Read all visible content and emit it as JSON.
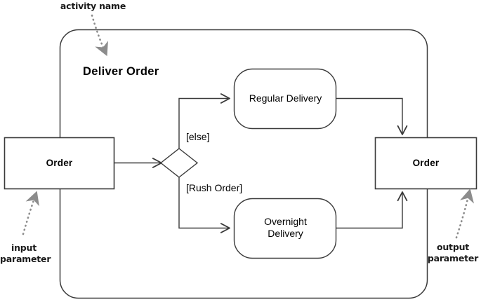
{
  "diagram": {
    "type": "uml-activity-diagram",
    "title": "Deliver Order",
    "colors": {
      "stroke": "#3a3a3a",
      "frame_stroke": "#3a3a3a",
      "annotation_gray": "#8c8c8c",
      "text": "#000000",
      "background": "#ffffff"
    },
    "activity_frame": {
      "name": "Deliver Order",
      "shape": "rounded-rectangle"
    },
    "parameter_nodes": [
      {
        "id": "input-order",
        "label": "Order",
        "position": "left"
      },
      {
        "id": "output-order",
        "label": "Order",
        "position": "right"
      }
    ],
    "decision": {
      "shape": "diamond",
      "guards": [
        {
          "id": "guard-else",
          "label": "[else]"
        },
        {
          "id": "guard-rush",
          "label": "[Rush Order]"
        }
      ]
    },
    "actions": [
      {
        "id": "regular-delivery",
        "label": "Regular Delivery",
        "lines": [
          "Regular Delivery"
        ]
      },
      {
        "id": "overnight-delivery",
        "label": "Overnight Delivery",
        "lines": [
          "Overnight",
          "Delivery"
        ]
      }
    ],
    "annotations": [
      {
        "id": "activity-name",
        "text": "activity name",
        "lines": [
          "activity name"
        ],
        "points_to": "Deliver Order"
      },
      {
        "id": "input-parameter",
        "text": "input parameter",
        "lines": [
          "input",
          "parameter"
        ],
        "points_to": "input-order"
      },
      {
        "id": "output-parameter",
        "text": "output parameter",
        "lines": [
          "output",
          "parameter"
        ],
        "points_to": "output-order"
      }
    ]
  }
}
